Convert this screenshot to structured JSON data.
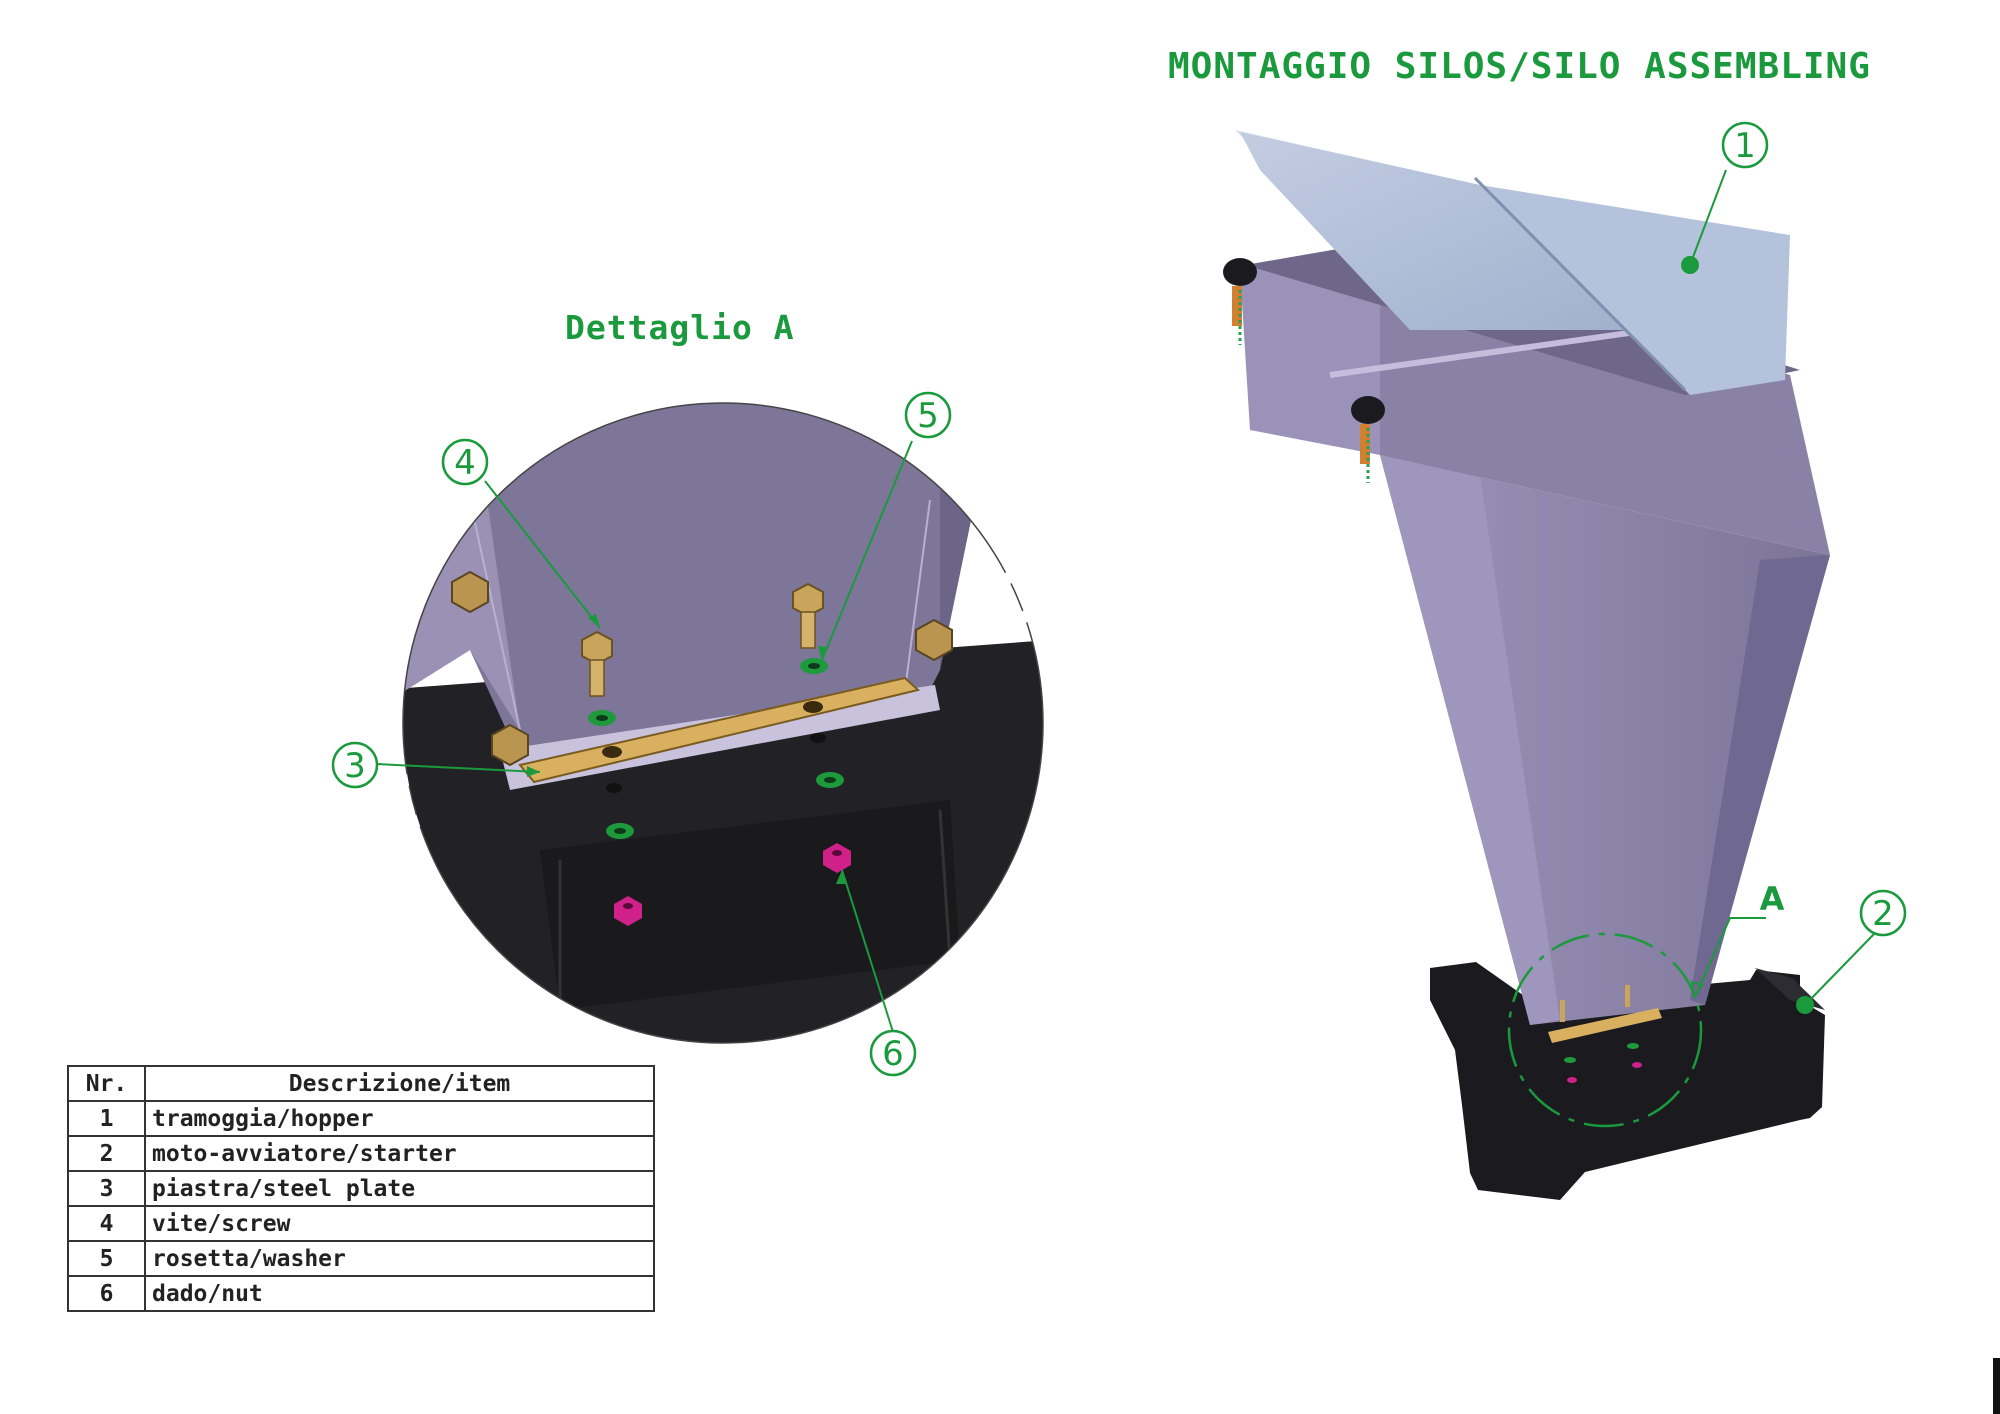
{
  "main_title": "MONTAGGIO SILOS/SILO ASSEMBLING",
  "detail_title": "Dettaglio A",
  "detail_letter": "A",
  "callouts": [
    "1",
    "2",
    "3",
    "4",
    "5",
    "6"
  ],
  "legend": {
    "headers": [
      "Nr.",
      "Descrizione/item"
    ],
    "rows": [
      {
        "nr": "1",
        "desc": "tramoggia/hopper"
      },
      {
        "nr": "2",
        "desc": "moto-avviatore/starter"
      },
      {
        "nr": "3",
        "desc": "piastra/steel plate"
      },
      {
        "nr": "4",
        "desc": "vite/screw"
      },
      {
        "nr": "5",
        "desc": "rosetta/washer"
      },
      {
        "nr": "6",
        "desc": "dado/nut"
      }
    ]
  },
  "colors": {
    "callout_green": "#1a9a3c",
    "hopper_purple": "#8a82a6",
    "lid_blue": "#aebcd6",
    "base_black": "#1b1b1f",
    "plate_gold": "#d8b060",
    "nut_magenta": "#d0208a"
  }
}
